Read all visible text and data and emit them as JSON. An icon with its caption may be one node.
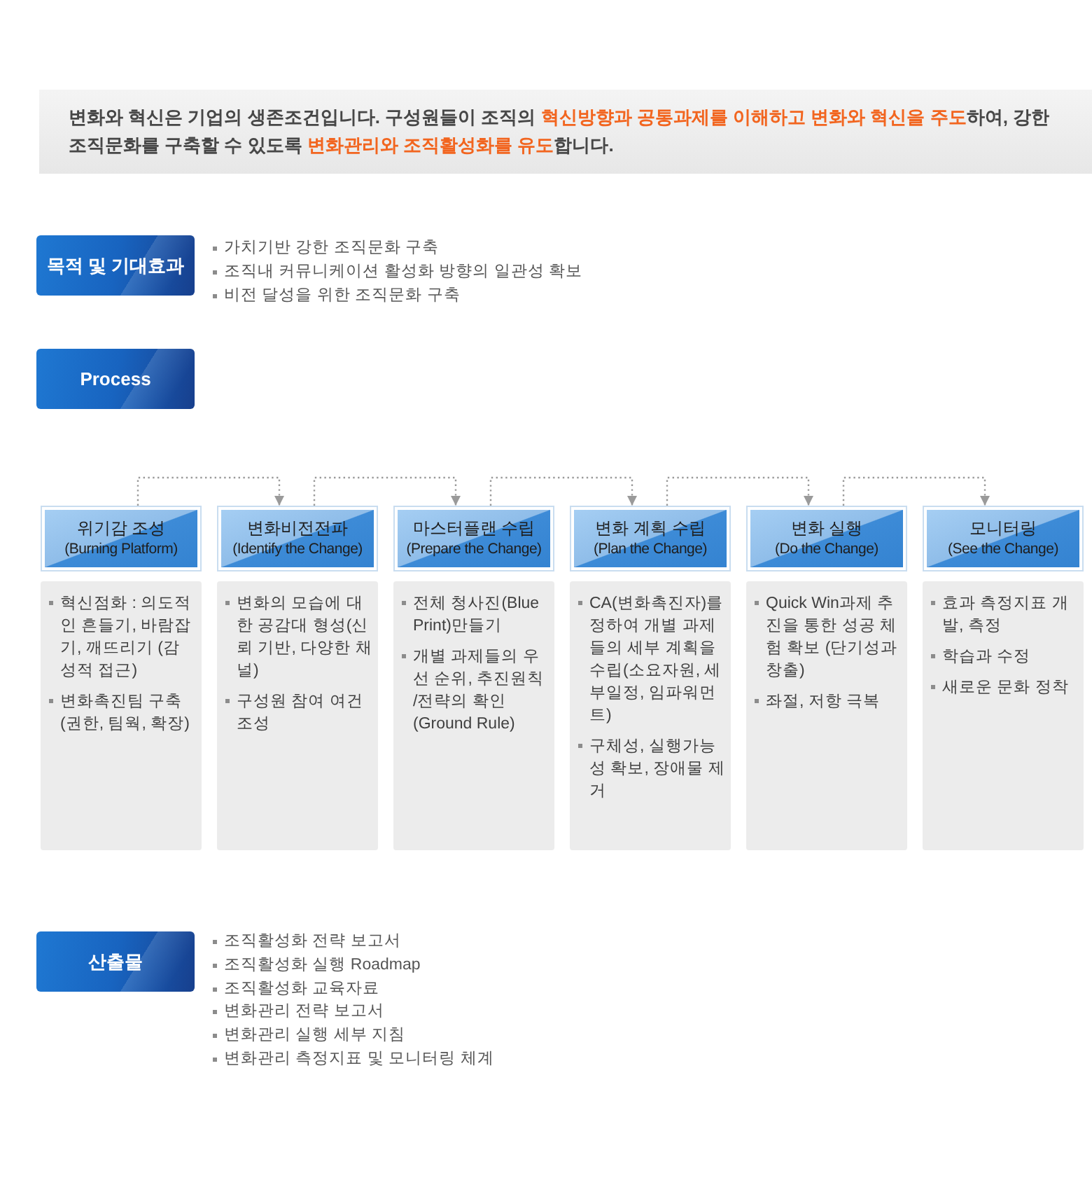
{
  "diagram": {
    "nodes": [
      {
        "text": [
          "변화와 혁신은 기업의 생존조건입니다. 구성원들이 조직의 **혁신방향과 공통과제를 이해하고 변화와 혁신을 주도**하여, 강한 조직문화를 구축할 수 있도록 **변화관리와 조직활성화를 유도**합니다."
        ]
      },
      {
        "text": [
          "목적 및 기대효과"
        ],
        "beside": [
          "가치기반 강한 조직문화 구축",
          "조직내 커뮤니케이션 활성화 방향의 일관성 확보",
          "비전 달성을 위한 조직문화 구축"
        ]
      },
      {
        "text": [
          "Process"
        ]
      },
      {
        "text": [
          "위기감 조성",
          "(Burning Platform)"
        ]
      },
      {
        "text": [
          "변화비전전파",
          "(Identify the Change)"
        ]
      },
      {
        "text": [
          "마스터플랜 수립",
          "(Prepare the Change)"
        ]
      },
      {
        "text": [
          "변화 계획 수립",
          "(Plan the Change)"
        ]
      },
      {
        "text": [
          "변화 실행",
          "(Do the Change)"
        ]
      },
      {
        "text": [
          "모니터링",
          "(See the Change)"
        ]
      },
      {
        "text": [
          "혁신점화 : 의도적인 흔들기, 바람잡기, 깨뜨리기 (감성적 접근)",
          "변화촉진팀 구축 (권한, 팀웍, 확장)"
        ]
      },
      {
        "text": [
          "변화의 모습에 대한 공감대 형성(신뢰 기반, 다양한 채널)",
          "구성원 참여 여건 조성"
        ]
      },
      {
        "text": [
          "전체 청사진(Blue Print)만들기",
          "개별 과제들의 우선 순위, 추진원칙 /전략의 확인 (Ground Rule)"
        ]
      },
      {
        "text": [
          "CA(변화촉진자)를 정하여 개별 과제들의 세부 계획을 수립(소요자원, 세부일정, 임파워먼트)",
          "구체성, 실행가능성 확보, 장애물 제거"
        ]
      },
      {
        "text": [
          "Quick Win과제 추진을 통한 성공 체험 확보 (단기성과 창출)",
          "좌절, 저항 극복"
        ]
      },
      {
        "text": [
          "효과 측정지표 개발, 측정",
          "학습과 수정",
          "새로운 문화 정착"
        ]
      },
      {
        "text": [
          "산출물"
        ],
        "beside": [
          "조직활성화 전략 보고서",
          "조직활성화 실행 Roadmap",
          "조직활성화 교육자료",
          "변화관리 전략 보고서",
          "변화관리 실행 세부 지침",
          "변화관리 측정지표 및 모니터링 체계"
        ]
      }
    ],
    "edges": [
      {
        "from": 3,
        "to": 4,
        "arrow": "to",
        "style": "dashed"
      },
      {
        "from": 4,
        "to": 5,
        "arrow": "to",
        "style": "dashed"
      },
      {
        "from": 5,
        "to": 6,
        "arrow": "to",
        "style": "dashed"
      },
      {
        "from": 6,
        "to": 7,
        "arrow": "to",
        "style": "dashed"
      },
      {
        "from": 7,
        "to": 8,
        "arrow": "to",
        "style": "dashed"
      }
    ]
  }
}
